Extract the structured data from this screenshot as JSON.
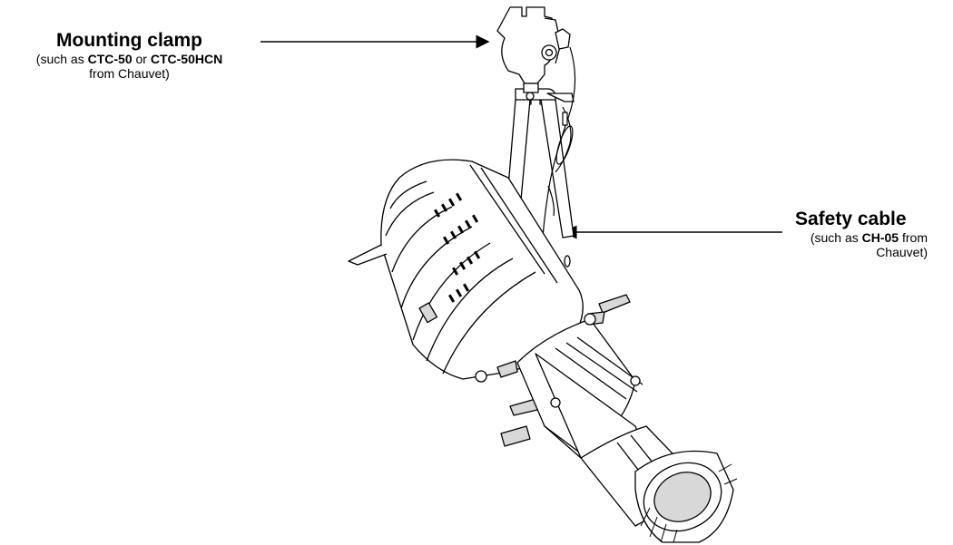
{
  "callouts": {
    "mounting_clamp": {
      "title": "Mounting clamp",
      "line1_pre": "(such as ",
      "line1_model_a": "CTC-50",
      "line1_mid": " or ",
      "line1_model_b": "CTC-50HCN",
      "line2": "from Chauvet)"
    },
    "safety_cable": {
      "title": "Safety cable",
      "line1_pre": "(such as ",
      "line1_model": "CH-05",
      "line1_post": " from",
      "line2": "Chauvet)"
    }
  },
  "colors": {
    "ink": "#000000",
    "fixture_fill": "#ffffff",
    "shade": "#d8d8d8"
  }
}
